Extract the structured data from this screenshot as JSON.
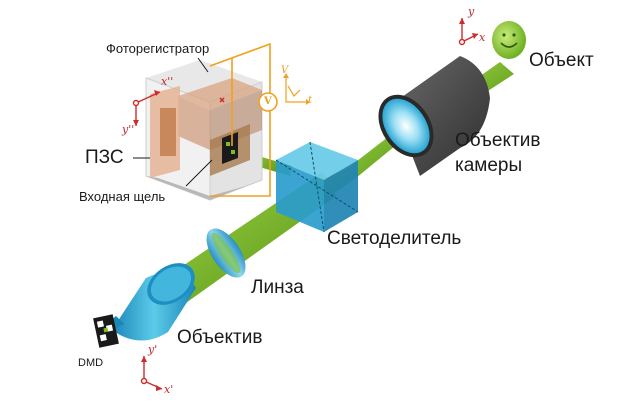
{
  "labels": {
    "photoregistrator": "Фоторегистратор",
    "ccd": "ПЗС",
    "input_slit": "Входная щель",
    "object": "Объект",
    "camera_objective_line1": "Объектив",
    "camera_objective_line2": "камеры",
    "beam_splitter": "Светоделитель",
    "lens": "Линза",
    "objective": "Объектив",
    "dmd": "DMD"
  },
  "axes": {
    "ccd_x": "x''",
    "ccd_y": "y''",
    "object_x": "x",
    "object_y": "y",
    "dmd_x": "x'",
    "dmd_y": "y'",
    "voltage_v": "V",
    "voltage_t": "t",
    "voltmeter": "V"
  },
  "colors": {
    "beam": "#7cbf1e",
    "optic_blue": "#2aa6d4",
    "camera_dark": "#3a3a3a",
    "circuit": "#f0a020",
    "axis_red": "#d02a2a"
  }
}
